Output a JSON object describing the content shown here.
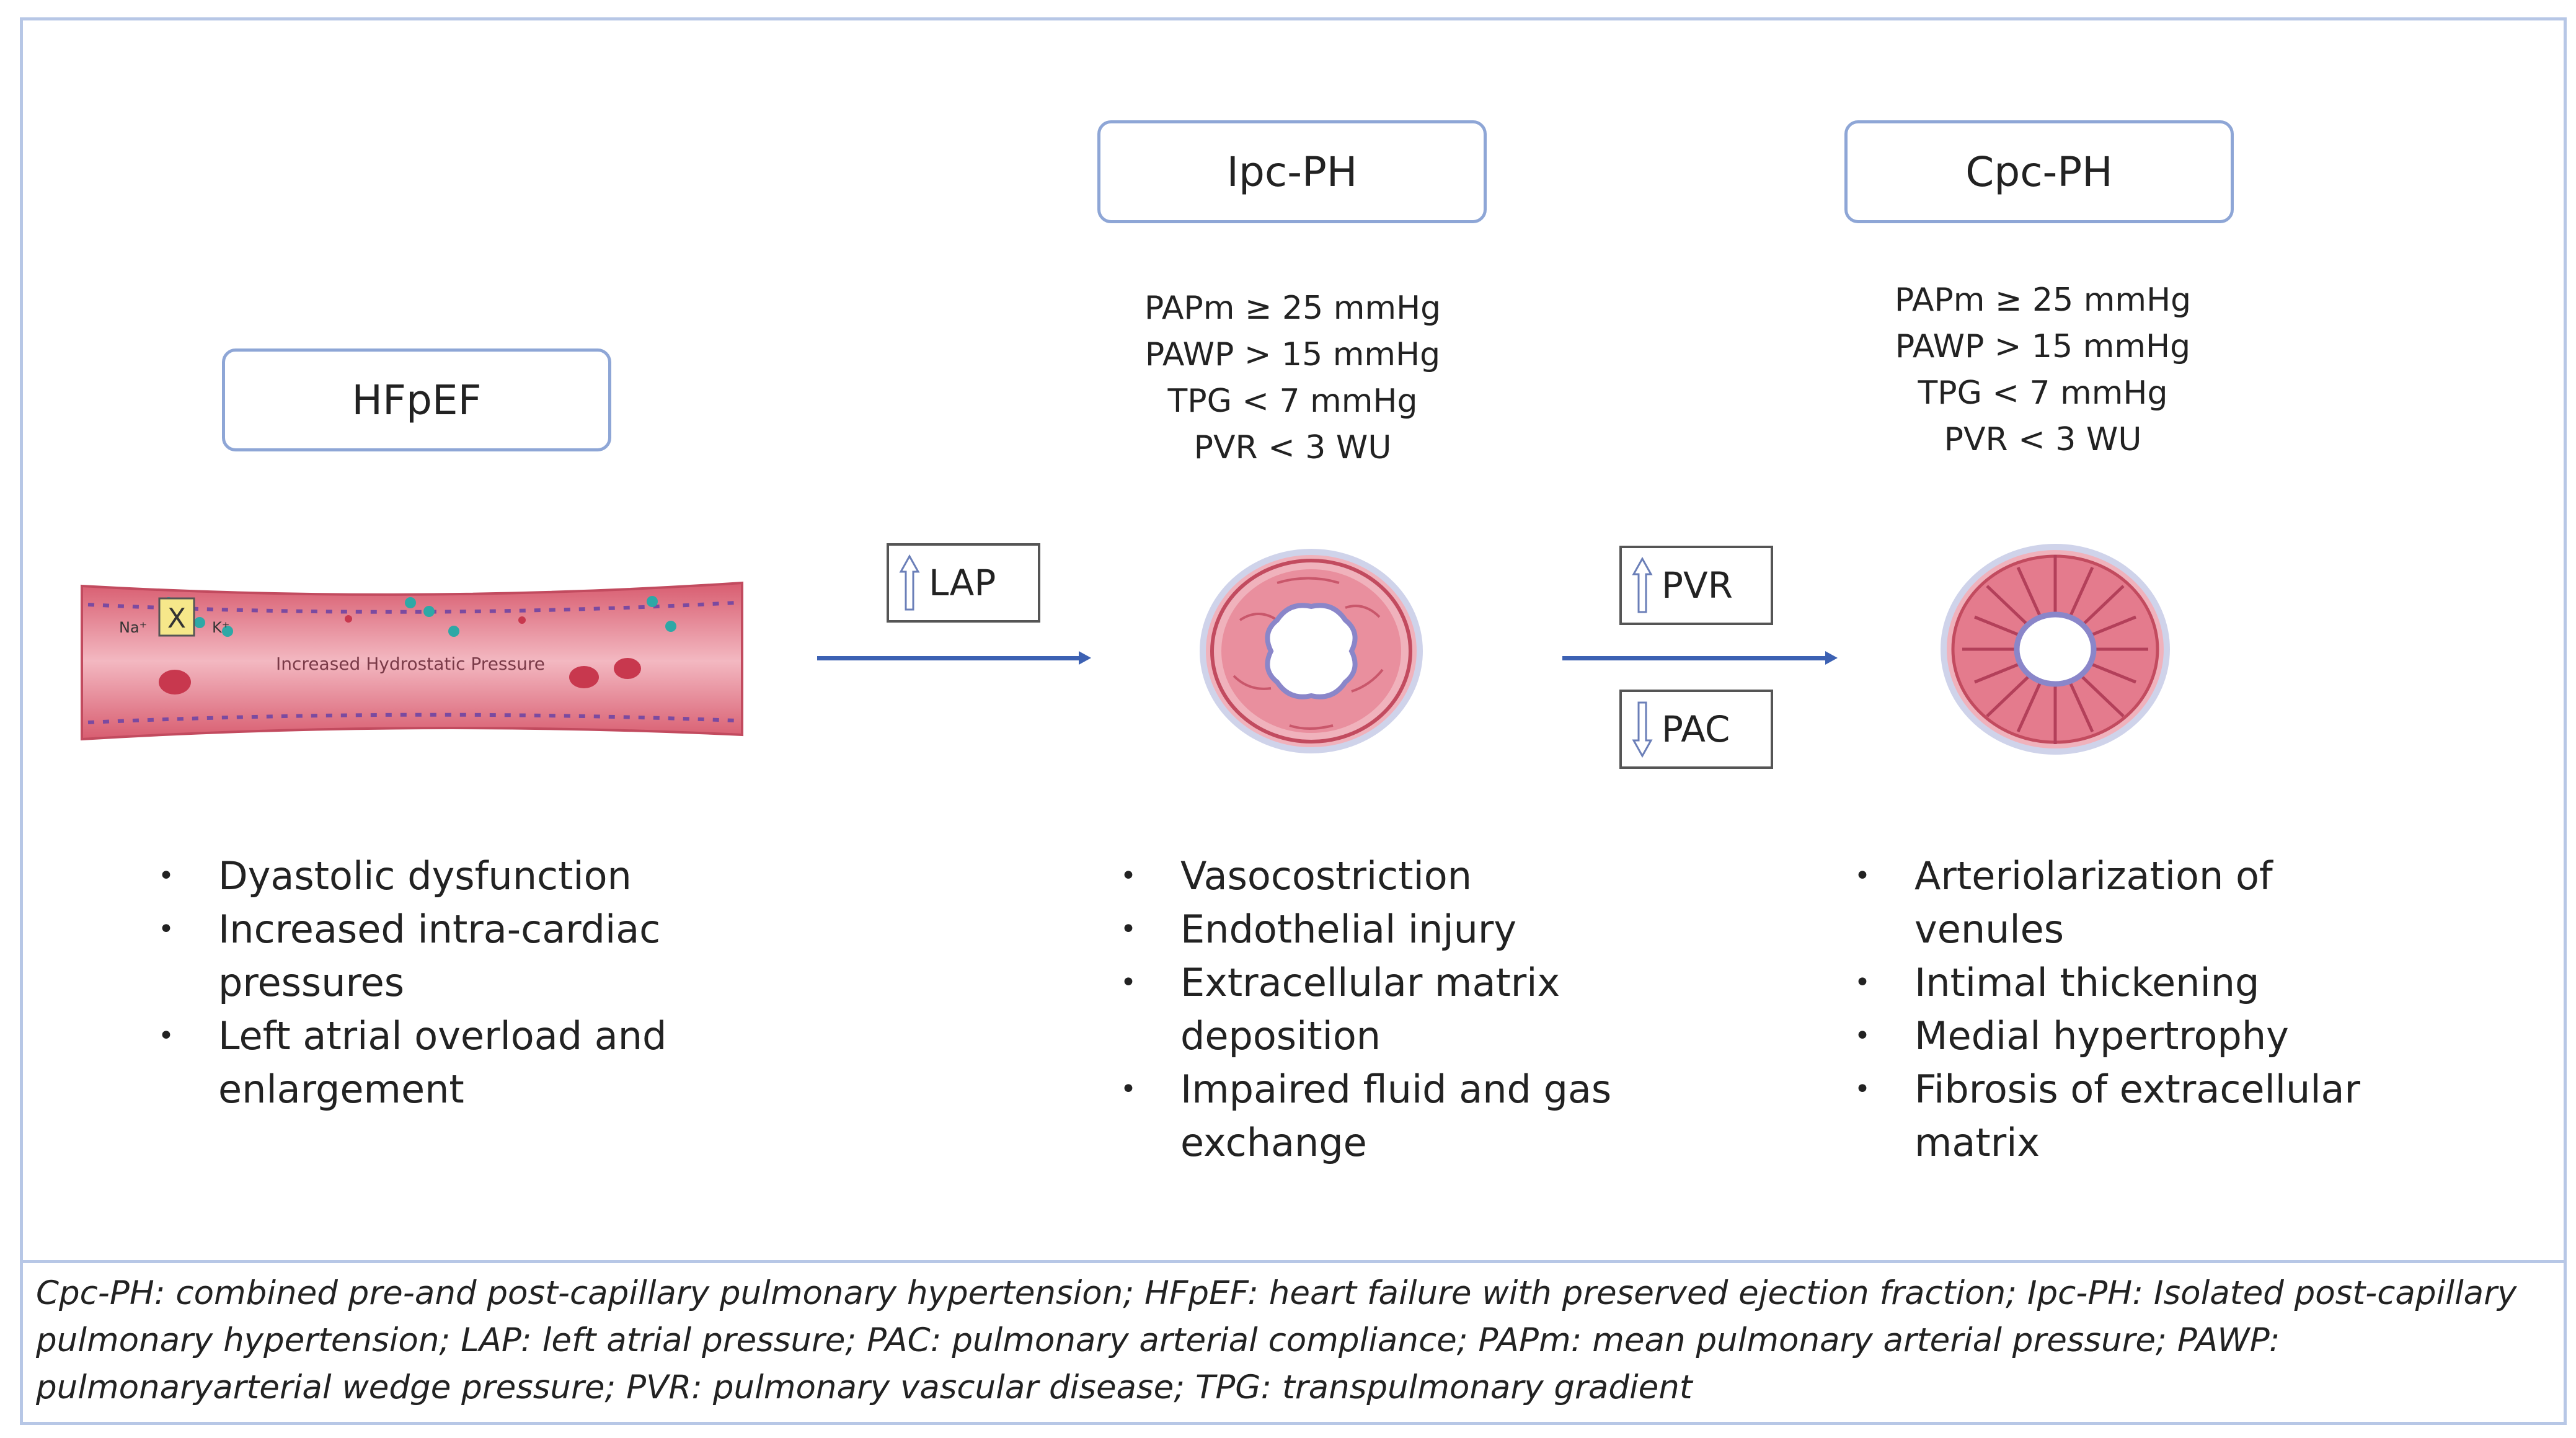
{
  "stages": {
    "hfpef": {
      "title": "HFpEF",
      "bullets": [
        "Dyastolic dysfunction",
        "Increased intra-cardiac pressures",
        "Left atrial overload and enlargement"
      ],
      "vessel_text": "Increased Hydrostatic Pressure",
      "ion_na": "Na⁺",
      "ion_k": "K⁺",
      "block_mark": "X"
    },
    "ipc": {
      "title": "Ipc-PH",
      "params": [
        "PAPm ≥ 25 mmHg",
        "PAWP > 15 mmHg",
        "TPG < 7 mmHg",
        "PVR < 3 WU"
      ],
      "bullets": [
        "Vasocostriction",
        "Endothelial injury",
        "Extracellular matrix deposition",
        "Impaired fluid and gas exchange"
      ]
    },
    "cpc": {
      "title": "Cpc-PH",
      "params": [
        "PAPm ≥ 25 mmHg",
        "PAWP > 15 mmHg",
        "TPG < 7 mmHg",
        "PVR < 3 WU"
      ],
      "bullets": [
        "Arteriolarization of venules",
        "Intimal thickening",
        "Medial hypertrophy",
        "Fibrosis of extracellular matrix"
      ]
    }
  },
  "transitions": {
    "lap": {
      "label": "LAP",
      "direction": "up"
    },
    "pvr": {
      "label": "PVR",
      "direction": "up"
    },
    "pac": {
      "label": "PAC",
      "direction": "down"
    }
  },
  "bullet_symbol": "•",
  "footnote": "Cpc-PH: combined pre-and post-capillary pulmonary hypertension; HFpEF: heart failure with preserved ejection fraction; Ipc-PH: Isolated post-capillary pulmonary hypertension; LAP: left atrial pressure; PAC: pulmonary arterial compliance; PAPm: mean pulmonary arterial pressure; PAWP: pulmonaryarterial wedge pressure; PVR: pulmonary vascular disease; TPG: transpulmonary gradient",
  "colors": {
    "frame": "#b7c7e6",
    "box_border": "#8ea6d6",
    "arrow": "#3c61b3",
    "vessel": "#e0707f",
    "vessel_light": "#f2b3bd",
    "lumen_edge": "#8a86c9"
  },
  "icons": {
    "up_arrow": "hollow-up-arrow-icon",
    "down_arrow": "hollow-down-arrow-icon"
  }
}
